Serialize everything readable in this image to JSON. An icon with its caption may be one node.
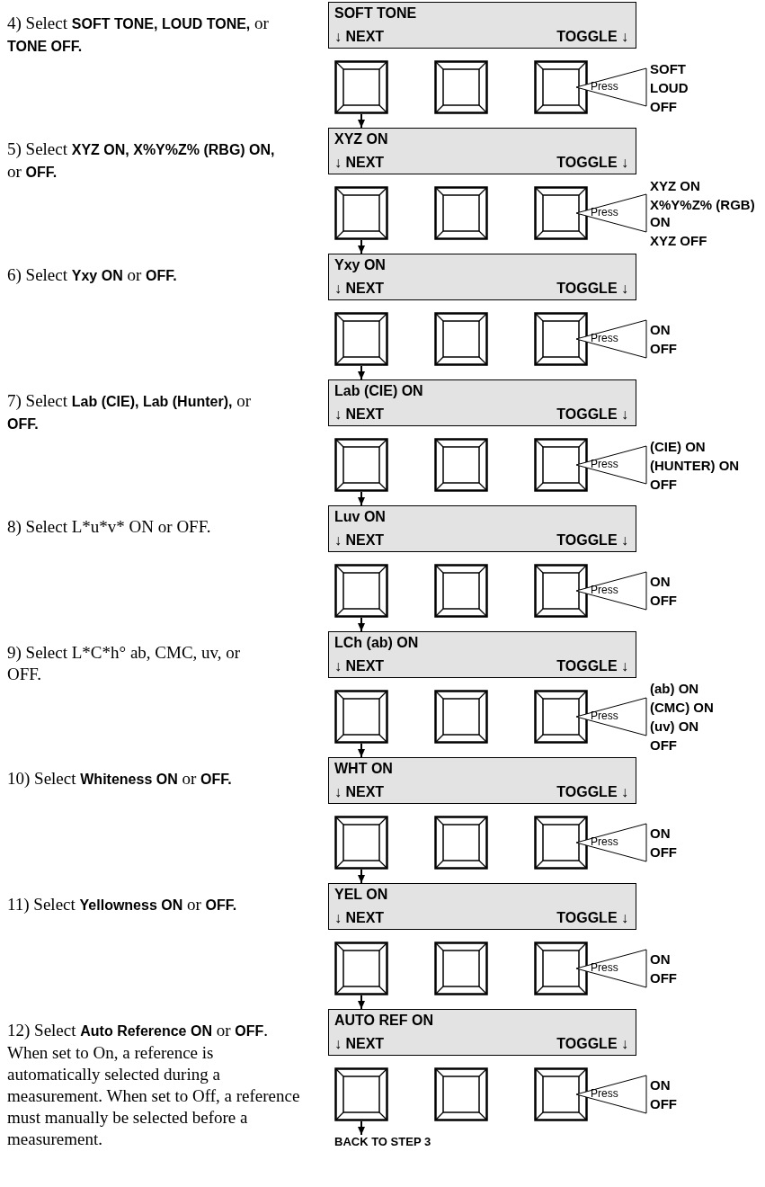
{
  "diagram": {
    "nodes": [
      {
        "text": [
          "SOFT TONE",
          "↓ NEXT",
          "TOGGLE ↓"
        ]
      },
      {
        "text": [],
        "shape": "box"
      },
      {
        "text": [],
        "shape": "box"
      },
      {
        "text": [],
        "shape": "box"
      },
      {
        "text": [
          "Press"
        ],
        "beside": [
          "SOFT",
          "LOUD",
          "OFF"
        ]
      },
      {
        "text": [
          "XYZ ON",
          "↓ NEXT",
          "TOGGLE ↓"
        ]
      },
      {
        "text": [],
        "shape": "box"
      },
      {
        "text": [],
        "shape": "box"
      },
      {
        "text": [],
        "shape": "box"
      },
      {
        "text": [
          "Press"
        ],
        "beside": [
          "XYZ ON",
          "X%Y%Z% (RGB) ON",
          "XYZ OFF"
        ]
      },
      {
        "text": [
          "Yxy ON",
          "↓ NEXT",
          "TOGGLE ↓"
        ]
      },
      {
        "text": [],
        "shape": "box"
      },
      {
        "text": [],
        "shape": "box"
      },
      {
        "text": [],
        "shape": "box"
      },
      {
        "text": [
          "Press"
        ],
        "beside": [
          "ON",
          "OFF"
        ]
      },
      {
        "text": [
          "Lab (CIE) ON",
          "↓ NEXT",
          "TOGGLE ↓"
        ]
      },
      {
        "text": [],
        "shape": "box"
      },
      {
        "text": [],
        "shape": "box"
      },
      {
        "text": [],
        "shape": "box"
      },
      {
        "text": [
          "Press"
        ],
        "beside": [
          "(CIE) ON",
          "(HUNTER) ON",
          "OFF"
        ]
      },
      {
        "text": [
          "Luv ON",
          "↓ NEXT",
          "TOGGLE ↓"
        ]
      },
      {
        "text": [],
        "shape": "box"
      },
      {
        "text": [],
        "shape": "box"
      },
      {
        "text": [],
        "shape": "box"
      },
      {
        "text": [
          "Press"
        ],
        "beside": [
          "ON",
          "OFF"
        ]
      },
      {
        "text": [
          "LCh (ab) ON",
          "↓ NEXT",
          "TOGGLE ↓"
        ]
      },
      {
        "text": [],
        "shape": "box"
      },
      {
        "text": [],
        "shape": "box"
      },
      {
        "text": [],
        "shape": "box"
      },
      {
        "text": [
          "Press"
        ],
        "beside": [
          "(ab) ON",
          "(CMC) ON",
          "(uv) ON",
          "OFF"
        ]
      },
      {
        "text": [
          "WHT ON",
          "↓ NEXT",
          "TOGGLE ↓"
        ]
      },
      {
        "text": [],
        "shape": "box"
      },
      {
        "text": [],
        "shape": "box"
      },
      {
        "text": [],
        "shape": "box"
      },
      {
        "text": [
          "Press"
        ],
        "beside": [
          "ON",
          "OFF"
        ]
      },
      {
        "text": [
          "YEL ON",
          "↓ NEXT",
          "TOGGLE ↓"
        ]
      },
      {
        "text": [],
        "shape": "box"
      },
      {
        "text": [],
        "shape": "box"
      },
      {
        "text": [],
        "shape": "box"
      },
      {
        "text": [
          "Press"
        ],
        "beside": [
          "ON",
          "OFF"
        ]
      },
      {
        "text": [
          "AUTO REF ON",
          "↓ NEXT",
          "TOGGLE ↓"
        ]
      },
      {
        "text": [],
        "shape": "box"
      },
      {
        "text": [],
        "shape": "box"
      },
      {
        "text": [],
        "shape": "box"
      },
      {
        "text": [
          "Press"
        ],
        "beside": [
          "ON",
          "OFF"
        ]
      },
      {
        "text": [
          "BACK TO STEP 3"
        ]
      }
    ],
    "edges": [
      {
        "from": 1,
        "to": 5,
        "arrow": "to"
      },
      {
        "from": 6,
        "to": 10,
        "arrow": "to"
      },
      {
        "from": 11,
        "to": 15,
        "arrow": "to"
      },
      {
        "from": 16,
        "to": 20,
        "arrow": "to"
      },
      {
        "from": 21,
        "to": 25,
        "arrow": "to"
      },
      {
        "from": 26,
        "to": 30,
        "arrow": "to"
      },
      {
        "from": 31,
        "to": 35,
        "arrow": "to"
      },
      {
        "from": 36,
        "to": 40,
        "arrow": "to"
      },
      {
        "from": 41,
        "to": 45,
        "arrow": "to"
      }
    ],
    "labels": [
      "4) Select **SOFT TONE, LOUD TONE,** or **TONE OFF.**",
      "5) Select **XYZ ON, X%Y%Z% (RBG) ON,** or **OFF.**",
      "6) Select **Yxy ON** or **OFF.**",
      "7) Select **Lab (CIE), Lab (Hunter),** or **OFF.**",
      "8) Select L*u*v* ON or OFF.",
      "9) Select L*C*h° ab, CMC, uv, or OFF.",
      "10) Select **Whiteness ON** or **OFF.**",
      "11) Select **Yellowness ON** or **OFF.**",
      "12) Select **Auto Reference ON** or **OFF**. When set to On, a reference is automatically selected during a measurement. When set to Off, a reference must manually be selected before a measurement."
    ]
  }
}
